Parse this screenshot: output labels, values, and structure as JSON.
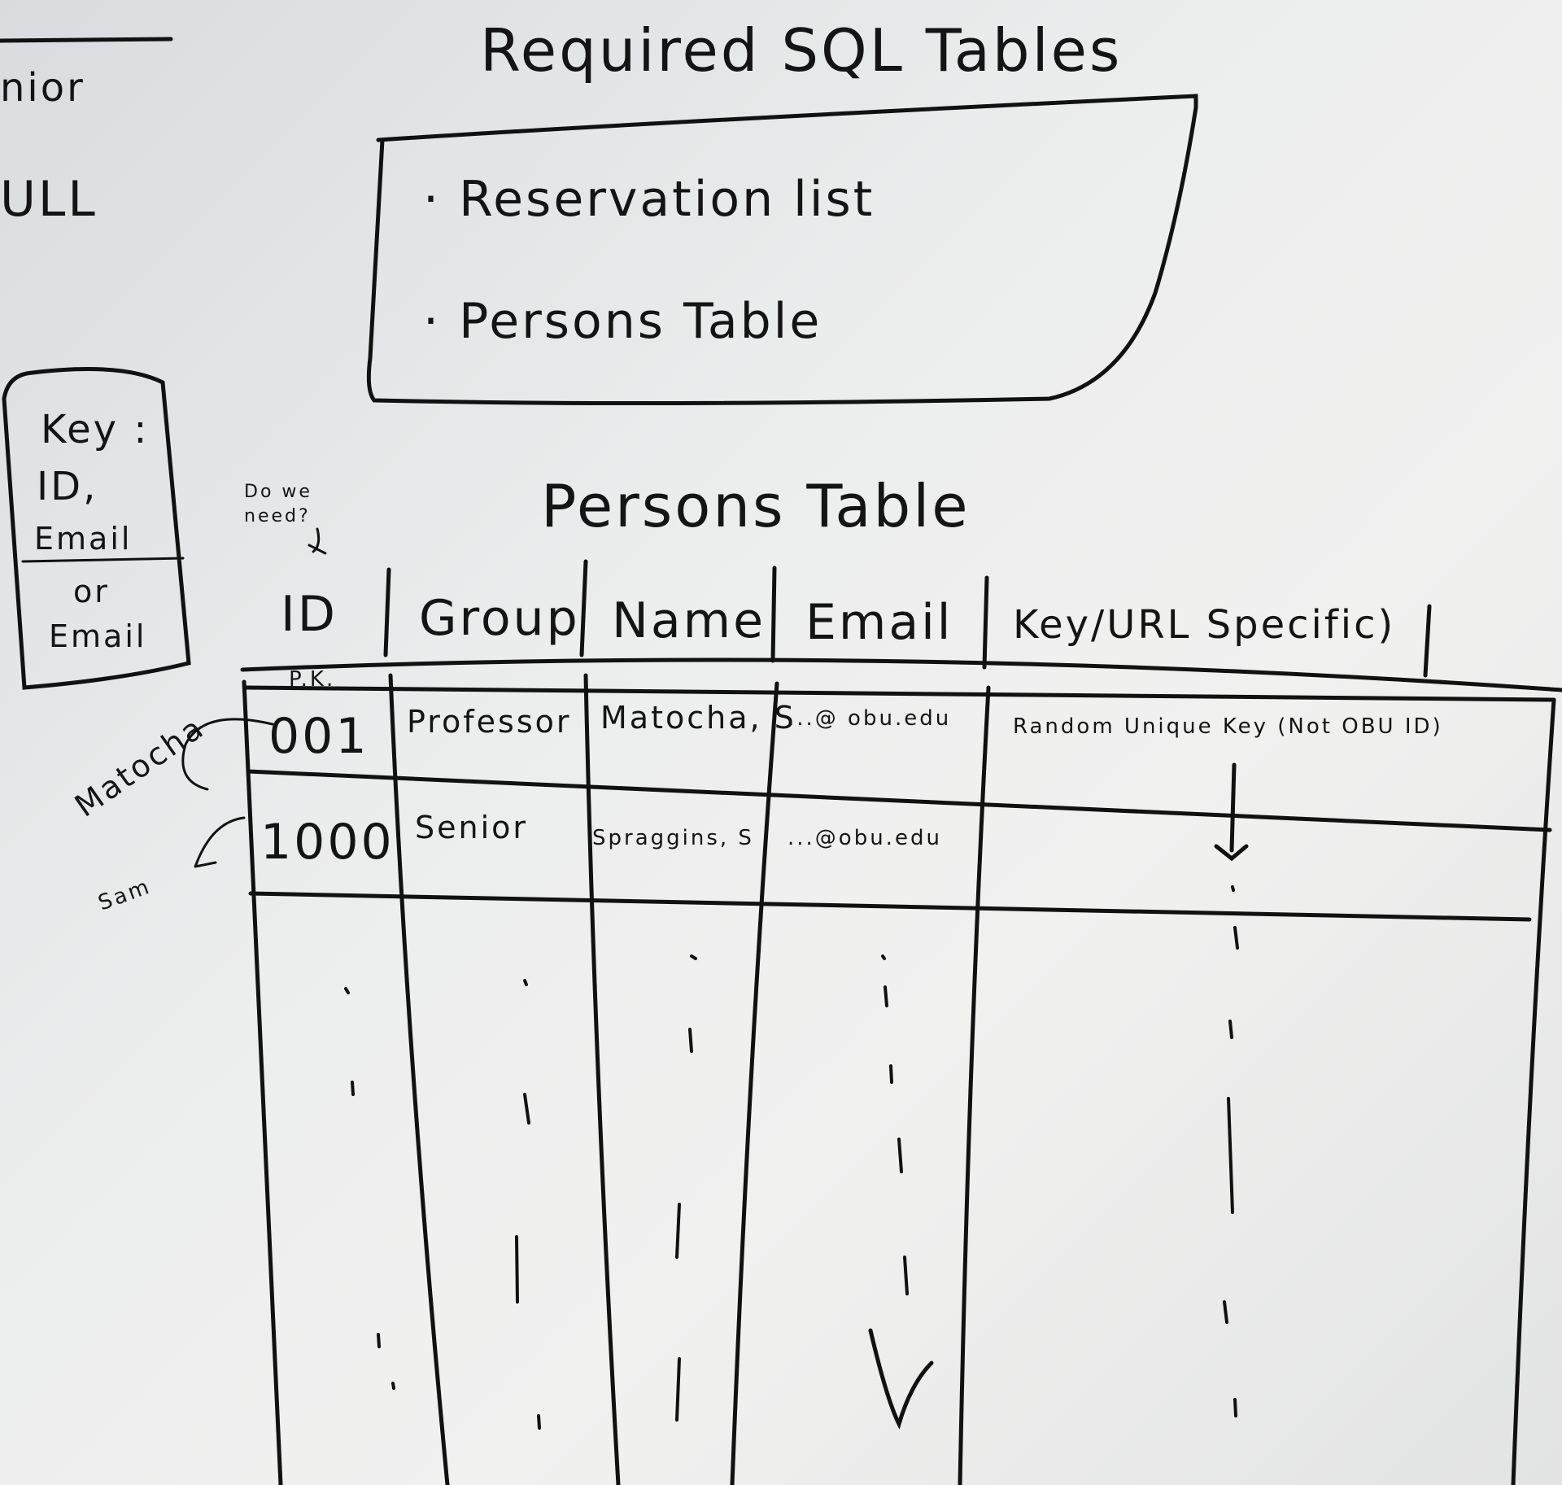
{
  "left_fragments": {
    "frag1": "nior",
    "frag2": "ULL"
  },
  "required_tables": {
    "title": "Required SQL Tables",
    "items": [
      "· Reservation list",
      "· Persons Table"
    ]
  },
  "key_box": {
    "line1": "Key :",
    "line2": "ID,",
    "line3": "Email",
    "line4": "or",
    "line5": "Email"
  },
  "persons_table": {
    "title": "Persons Table",
    "note": "Do we need?",
    "columns": [
      "ID",
      "Group",
      "Name",
      "Email",
      "Key/URL Specific)"
    ],
    "pk_label": "P.K.",
    "rows": [
      [
        "001",
        "Professor",
        "Matocha, S",
        "...@ obu.edu",
        "Random Unique Key (Not OBU ID)"
      ],
      [
        "1000",
        "Senior",
        "Spraggins, S",
        "...@obu.edu",
        ""
      ]
    ],
    "side_labels": [
      "Matocha",
      "Sam"
    ]
  }
}
